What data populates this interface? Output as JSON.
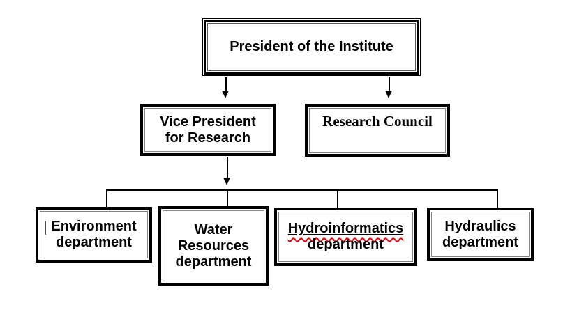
{
  "colors": {
    "border": "#000000",
    "inner_line": "#848484",
    "text": "#000000",
    "squiggle": "#e8000d",
    "background": "#ffffff"
  },
  "nodes": {
    "president": {
      "label": "President of the Institute"
    },
    "vice_president": {
      "lines": [
        "Vice President",
        "for Research"
      ]
    },
    "research_council": {
      "label": "Research Council"
    },
    "environment": {
      "lines": [
        "Environment",
        "department"
      ]
    },
    "water_resources": {
      "lines": [
        "Water",
        "Resources",
        "department"
      ]
    },
    "hydroinformatics": {
      "lines": [
        "Hydroinformatics",
        "department"
      ]
    },
    "hydraulics": {
      "lines": [
        "Hydraulics",
        "department"
      ]
    }
  }
}
